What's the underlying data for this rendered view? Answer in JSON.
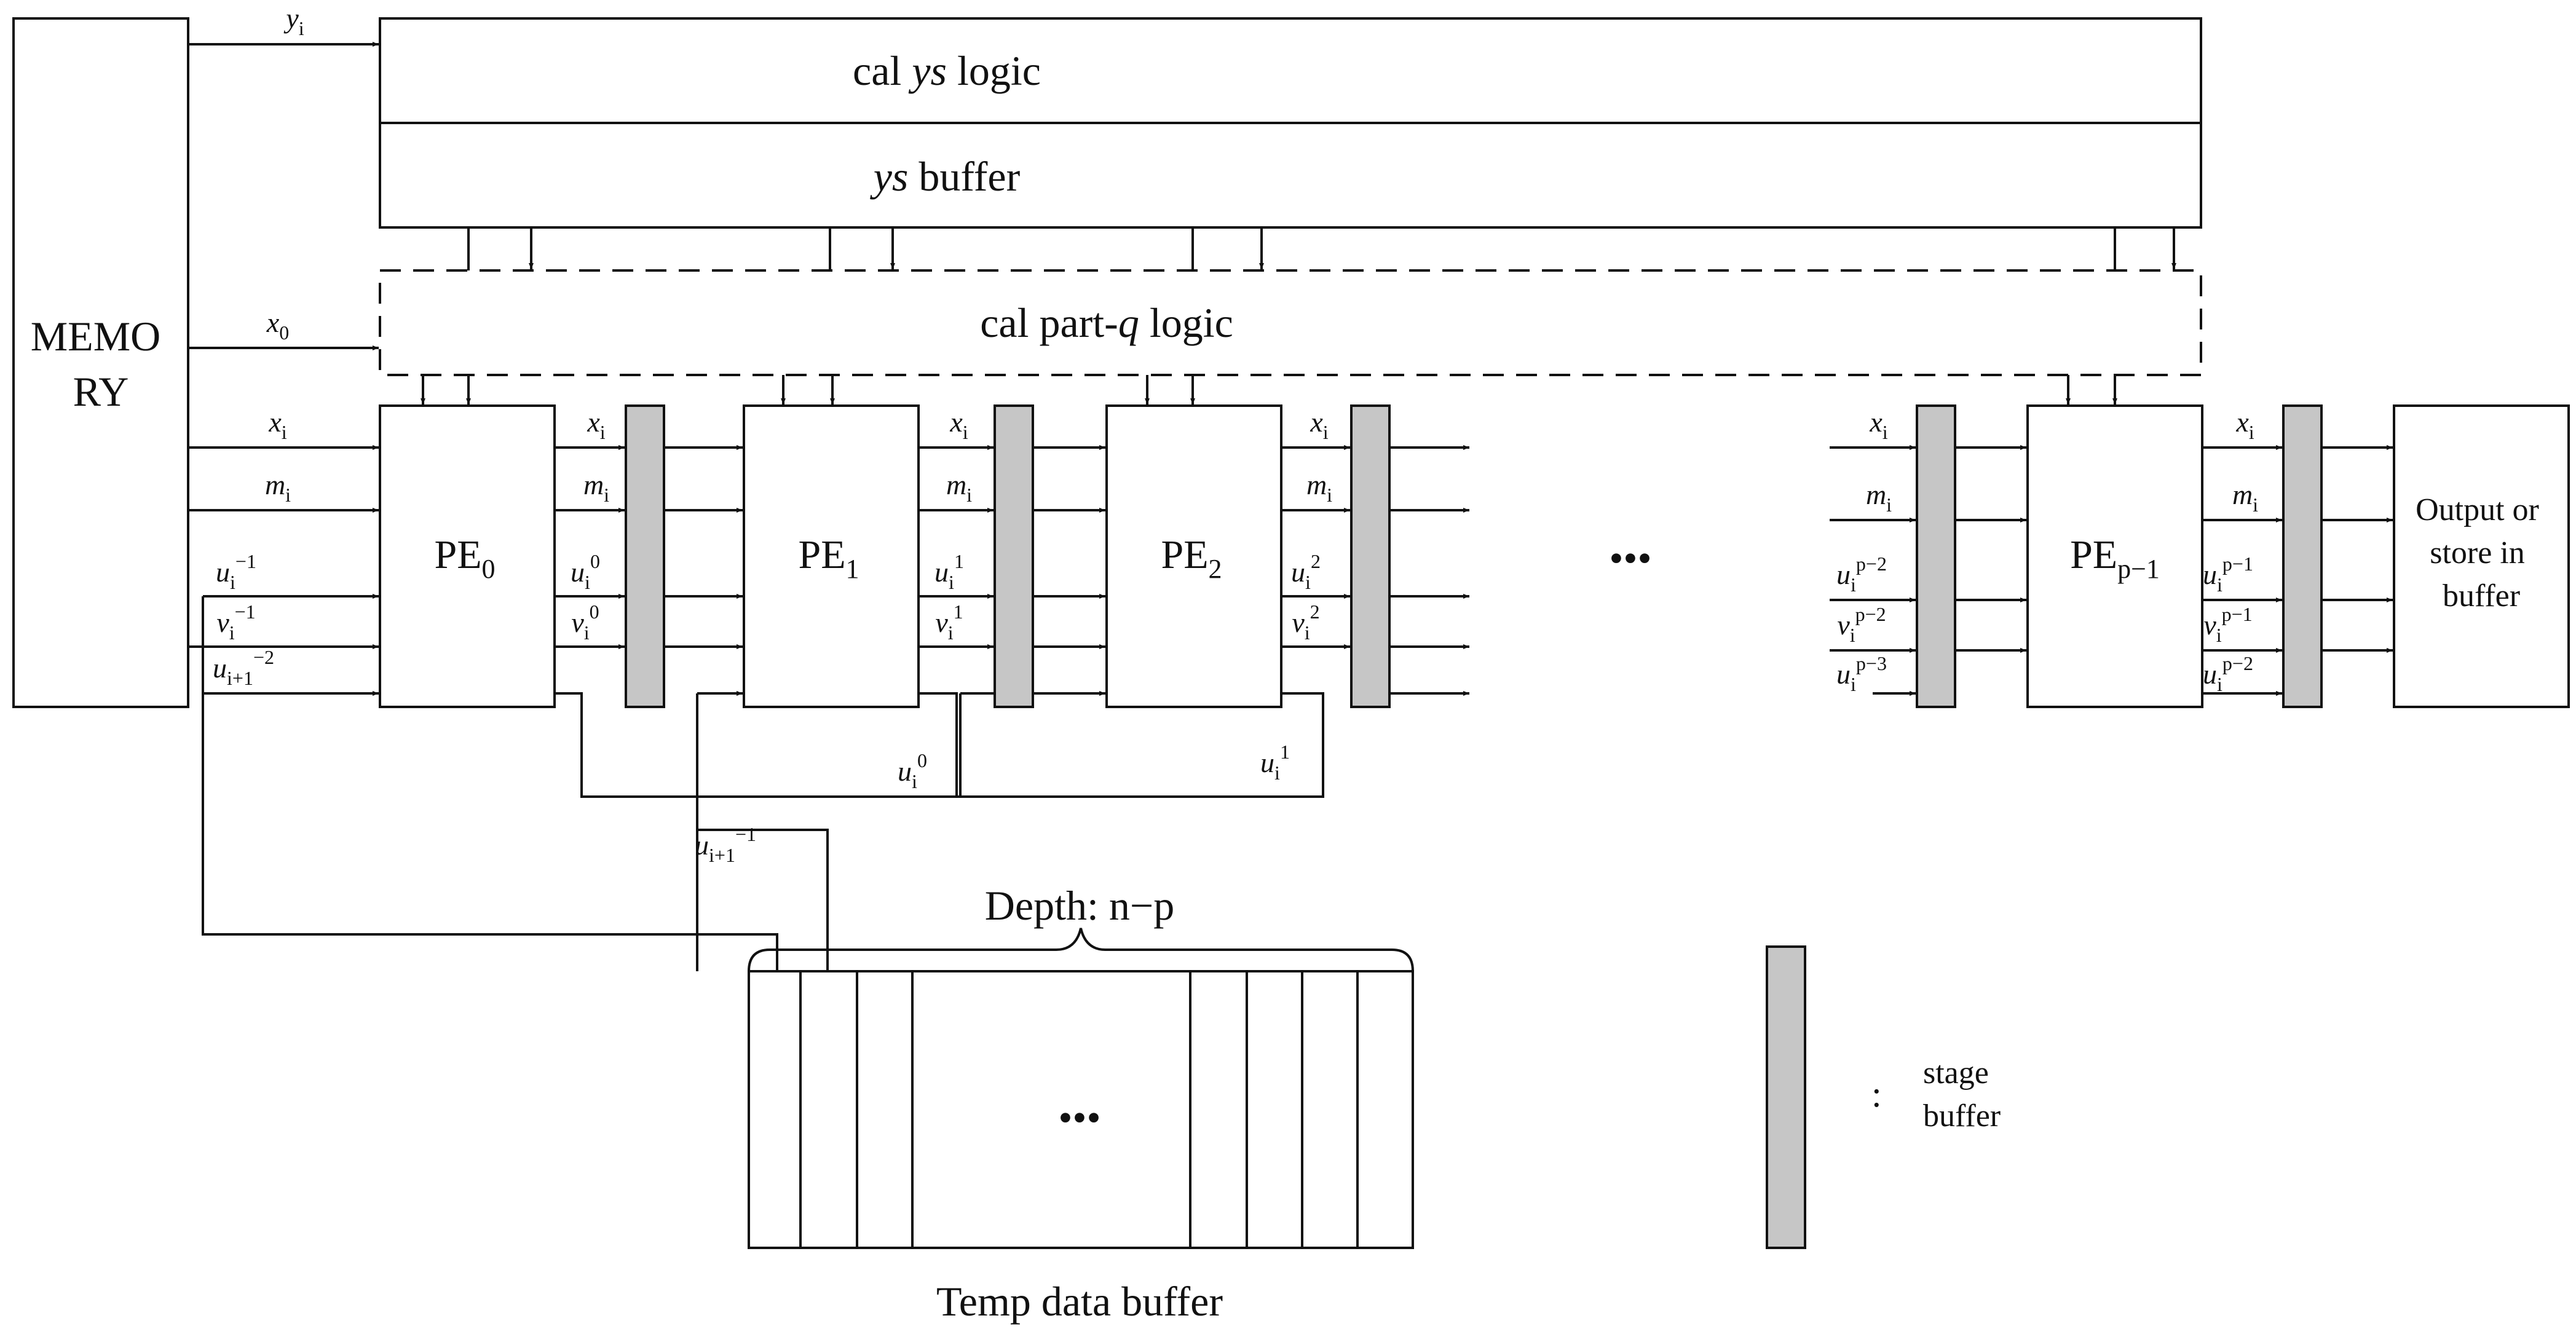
{
  "colors": {
    "line": "#111111",
    "stage_buffer": "#c6c6c6",
    "background": "#ffffff"
  },
  "blocks": {
    "memory": [
      "MEMO",
      "RY"
    ],
    "cal_ys_logic": {
      "pre": "cal ",
      "em": "ys",
      "post": " logic"
    },
    "ys_buffer": {
      "pre": "",
      "em": "ys",
      "post": " buffer"
    },
    "cal_part_q_logic": {
      "pre": "cal part-",
      "em": "q",
      "post": " logic"
    },
    "pe": [
      {
        "base": "PE",
        "sub": "0"
      },
      {
        "base": "PE",
        "sub": "1"
      },
      {
        "base": "PE",
        "sub": "2"
      },
      {
        "base": "PE",
        "sub": "p−1"
      }
    ],
    "output": [
      "Output or",
      "store in",
      "buffer"
    ],
    "ellipsis": "•••",
    "temp_buffer": "Temp data buffer",
    "depth": "Depth: n−p",
    "legend": {
      "colon": ":",
      "lines": [
        "stage",
        "buffer"
      ]
    }
  },
  "signals": {
    "memory_out": [
      {
        "base": "y",
        "sub": "i",
        "sup": ""
      },
      {
        "base": "x",
        "sub": "0",
        "sup": ""
      },
      {
        "base": "x",
        "sub": "i",
        "sup": ""
      },
      {
        "base": "m",
        "sub": "i",
        "sup": ""
      },
      {
        "base": "u",
        "sub": "i",
        "sup": "−1"
      },
      {
        "base": "v",
        "sub": "i",
        "sup": "−1"
      },
      {
        "base": "u",
        "sub": "i+1",
        "sup": "−2"
      }
    ],
    "stage0": [
      {
        "base": "x",
        "sub": "i",
        "sup": ""
      },
      {
        "base": "m",
        "sub": "i",
        "sup": ""
      },
      {
        "base": "u",
        "sub": "i",
        "sup": "0"
      },
      {
        "base": "v",
        "sub": "i",
        "sup": "0"
      }
    ],
    "stage1": [
      {
        "base": "x",
        "sub": "i",
        "sup": ""
      },
      {
        "base": "m",
        "sub": "i",
        "sup": ""
      },
      {
        "base": "u",
        "sub": "i",
        "sup": "1"
      },
      {
        "base": "v",
        "sub": "i",
        "sup": "1"
      }
    ],
    "stage2": [
      {
        "base": "x",
        "sub": "i",
        "sup": ""
      },
      {
        "base": "m",
        "sub": "i",
        "sup": ""
      },
      {
        "base": "u",
        "sub": "i",
        "sup": "2"
      },
      {
        "base": "v",
        "sub": "i",
        "sup": "2"
      }
    ],
    "stage_in_last": [
      {
        "base": "x",
        "sub": "i",
        "sup": ""
      },
      {
        "base": "m",
        "sub": "i",
        "sup": ""
      },
      {
        "base": "u",
        "sub": "i",
        "sup": "p−2"
      },
      {
        "base": "v",
        "sub": "i",
        "sup": "p−2"
      },
      {
        "base": "u",
        "sub": "i",
        "sup": "p−3"
      }
    ],
    "stage_out_last": [
      {
        "base": "x",
        "sub": "i",
        "sup": ""
      },
      {
        "base": "m",
        "sub": "i",
        "sup": ""
      },
      {
        "base": "u",
        "sub": "i",
        "sup": "p−1"
      },
      {
        "base": "v",
        "sub": "i",
        "sup": "p−1"
      },
      {
        "base": "u",
        "sub": "i",
        "sup": "p−2"
      }
    ],
    "feedback": [
      {
        "base": "u",
        "sub": "i",
        "sup": "0"
      },
      {
        "base": "u",
        "sub": "i",
        "sup": "1"
      },
      {
        "base": "u",
        "sub": "i+1",
        "sup": "−1"
      }
    ]
  }
}
